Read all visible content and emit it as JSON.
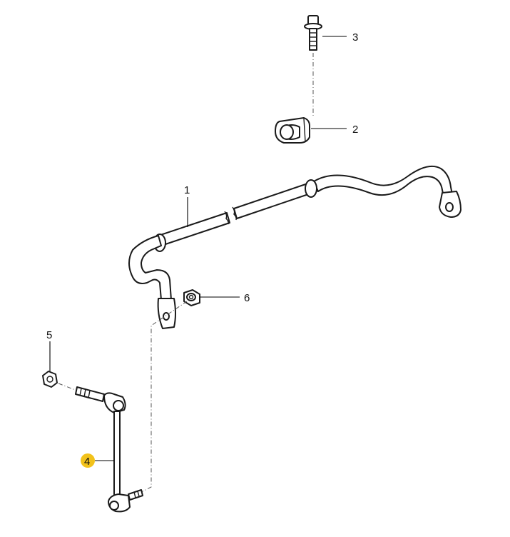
{
  "diagram": {
    "callouts": [
      {
        "id": "1",
        "label": "1",
        "part": "stabilizer-bar"
      },
      {
        "id": "2",
        "label": "2",
        "part": "rubber-bushing"
      },
      {
        "id": "3",
        "label": "3",
        "part": "flange-bolt"
      },
      {
        "id": "4",
        "label": "4",
        "part": "stabilizer-link",
        "highlighted": true
      },
      {
        "id": "5",
        "label": "5",
        "part": "nut"
      },
      {
        "id": "6",
        "label": "6",
        "part": "nut"
      }
    ],
    "highlight_color": "#f2c21b"
  }
}
